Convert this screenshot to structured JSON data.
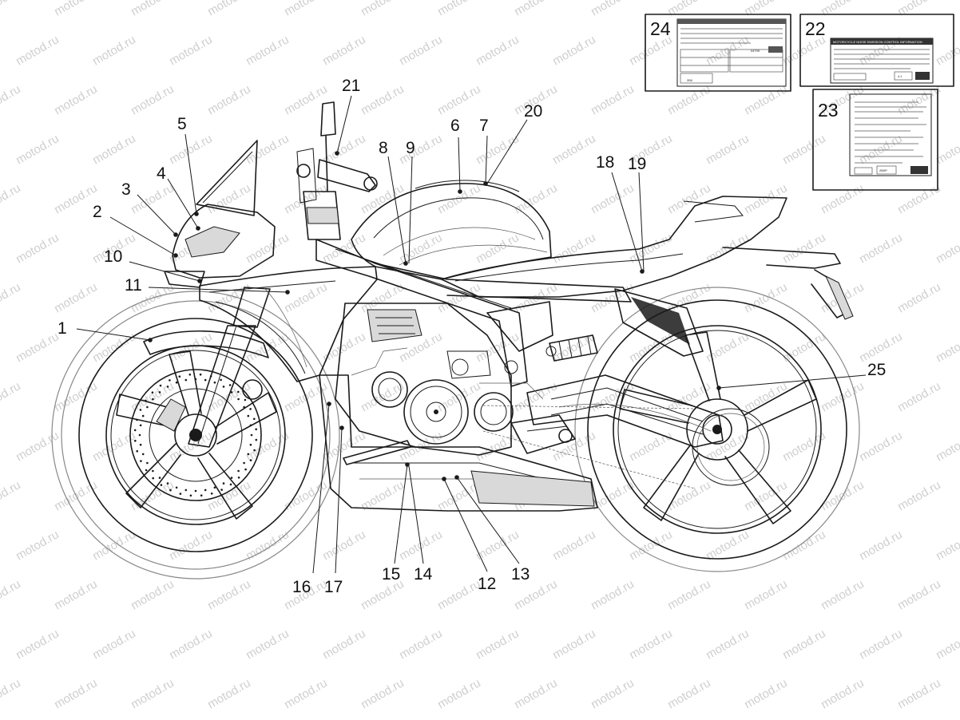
{
  "watermark": "motod.ru",
  "callouts": [
    {
      "n": "1"
    },
    {
      "n": "2"
    },
    {
      "n": "3"
    },
    {
      "n": "4"
    },
    {
      "n": "5"
    },
    {
      "n": "6"
    },
    {
      "n": "7"
    },
    {
      "n": "8"
    },
    {
      "n": "9"
    },
    {
      "n": "10"
    },
    {
      "n": "11"
    },
    {
      "n": "12"
    },
    {
      "n": "13"
    },
    {
      "n": "14"
    },
    {
      "n": "15"
    },
    {
      "n": "16"
    },
    {
      "n": "17"
    },
    {
      "n": "18"
    },
    {
      "n": "19"
    },
    {
      "n": "20"
    },
    {
      "n": "21"
    },
    {
      "n": "25"
    }
  ],
  "label_panels": {
    "p24": {
      "n": "24",
      "code": "04709",
      "bottom_code": "2B0"
    },
    "p22": {
      "n": "22",
      "heading": "MOTORCYCLE NOISE EMISSION CONTROL INFORMATION",
      "code": "4.1"
    },
    "p23": {
      "n": "23",
      "code": "2B0P"
    }
  }
}
